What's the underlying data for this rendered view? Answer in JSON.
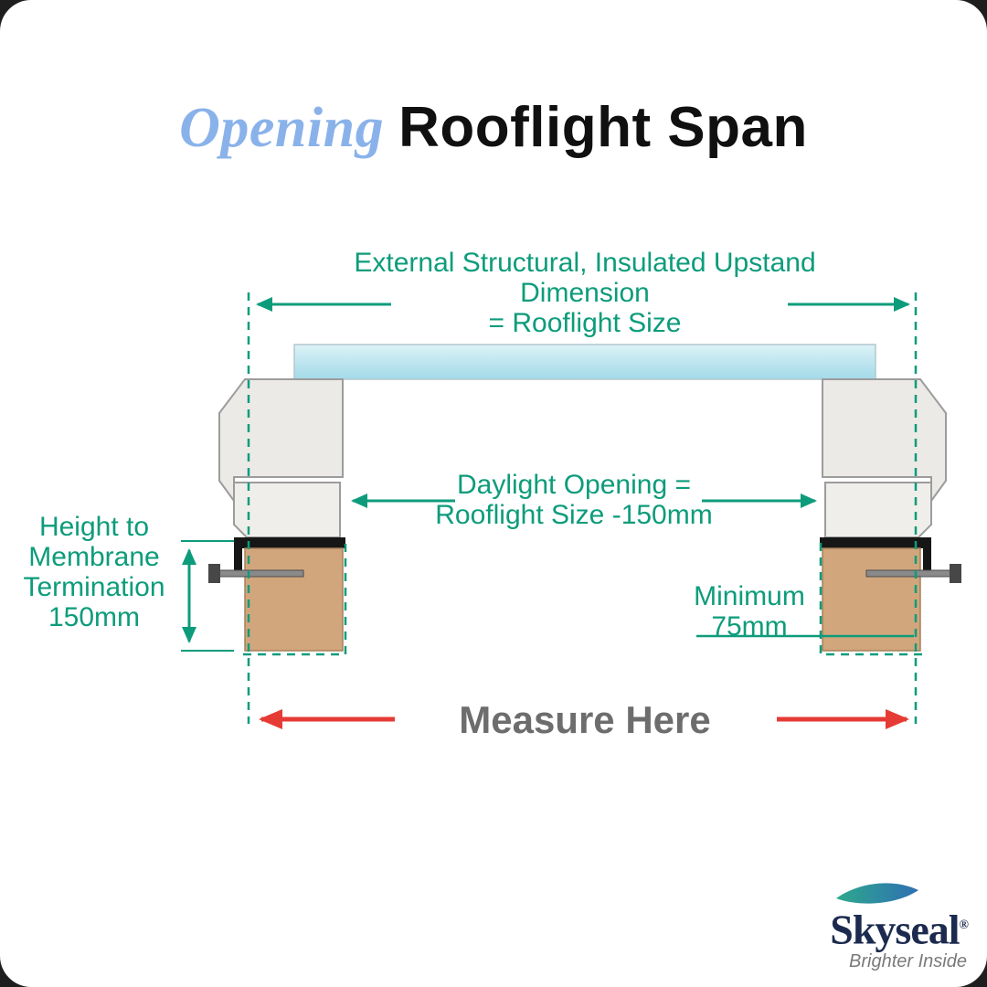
{
  "title": {
    "accent": "Opening",
    "rest": "Rooflight Span"
  },
  "annotations": {
    "external": {
      "lines": [
        "External Structural, Insulated Upstand",
        "Dimension",
        "= Rooflight Size"
      ]
    },
    "daylight": {
      "lines": [
        "Daylight Opening =",
        "Rooflight Size  -150mm"
      ]
    },
    "height": {
      "lines": [
        "Height to",
        "Membrane",
        "Termination",
        "150mm"
      ]
    },
    "minimum": {
      "lines": [
        "Minimum",
        "75mm"
      ]
    },
    "measure": "Measure Here"
  },
  "logo": {
    "name": "Skyseal",
    "reg": "®",
    "tagline": "Brighter Inside"
  },
  "colors": {
    "annotation_green": "#0d9c7b",
    "measure_red": "#e63b35",
    "title_accent_blue": "#8ab2ea",
    "title_black": "#101010",
    "glass_blue": "#bfe5f0",
    "upstand_gray": "#eceae7",
    "timber_tan": "#d2a67c",
    "membrane_black": "#161616",
    "measure_text_gray": "#6d6d6d",
    "logo_navy": "#1b2a4e"
  }
}
